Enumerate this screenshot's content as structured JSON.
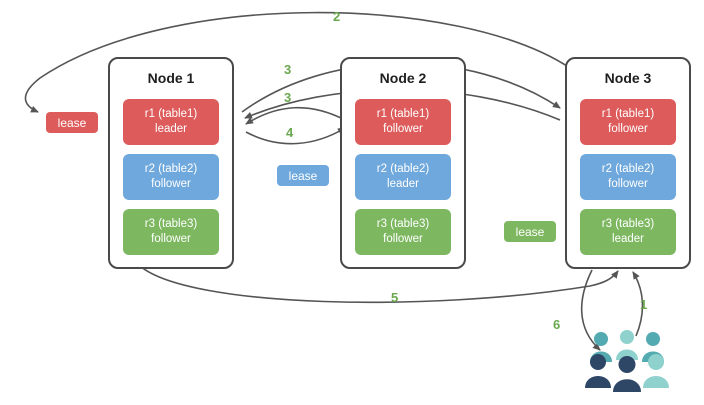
{
  "nodes": [
    {
      "title": "Node 1",
      "replicas": [
        {
          "label": "r1 (table1)",
          "role": "leader"
        },
        {
          "label": "r2 (table2)",
          "role": "follower"
        },
        {
          "label": "r3 (table3)",
          "role": "follower"
        }
      ]
    },
    {
      "title": "Node 2",
      "replicas": [
        {
          "label": "r1 (table1)",
          "role": "follower"
        },
        {
          "label": "r2 (table2)",
          "role": "leader"
        },
        {
          "label": "r3 (table3)",
          "role": "follower"
        }
      ]
    },
    {
      "title": "Node 3",
      "replicas": [
        {
          "label": "r1 (table1)",
          "role": "follower"
        },
        {
          "label": "r2 (table2)",
          "role": "follower"
        },
        {
          "label": "r3 (table3)",
          "role": "leader"
        }
      ]
    }
  ],
  "leases": [
    {
      "label": "lease",
      "variant": "red"
    },
    {
      "label": "lease",
      "variant": "blue"
    },
    {
      "label": "lease",
      "variant": "green"
    }
  ],
  "steps": {
    "s1": "1",
    "s2": "2",
    "s3a": "3",
    "s3b": "3",
    "s4": "4",
    "s5": "5",
    "s6": "6"
  },
  "colors": {
    "replica_red": "#dd5b5b",
    "replica_blue": "#6fa8dc",
    "replica_green": "#7db861",
    "arrow": "#555555",
    "step_label": "#6aa84f",
    "node_border": "#4a4a4a",
    "users_dark": "#2e4766",
    "users_teal": "#53abb1",
    "users_light": "#8ed1cd"
  },
  "icons": {
    "users": "users-icon"
  }
}
